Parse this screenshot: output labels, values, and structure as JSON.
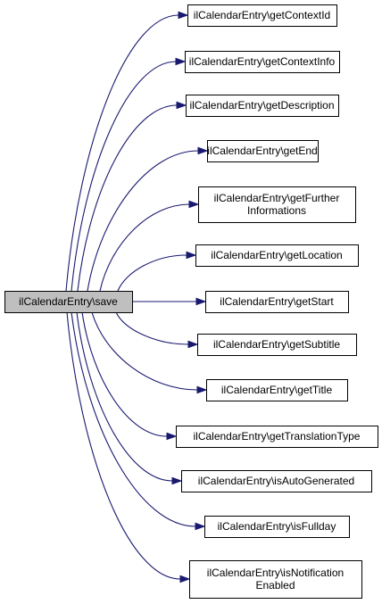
{
  "diagram": {
    "colors": {
      "edge": "#191970",
      "source_fill": "#bfbfbf",
      "node_fill": "#ffffff",
      "border": "#000000"
    },
    "source": {
      "lines": [
        "ilCalendarEntry\\save"
      ]
    },
    "targets": [
      {
        "lines": [
          "ilCalendarEntry\\getContextId"
        ]
      },
      {
        "lines": [
          "ilCalendarEntry\\getContextInfo"
        ]
      },
      {
        "lines": [
          "ilCalendarEntry\\getDescription"
        ]
      },
      {
        "lines": [
          "ilCalendarEntry\\getEnd"
        ]
      },
      {
        "lines": [
          "ilCalendarEntry\\getFurther",
          "Informations"
        ]
      },
      {
        "lines": [
          "ilCalendarEntry\\getLocation"
        ]
      },
      {
        "lines": [
          "ilCalendarEntry\\getStart"
        ]
      },
      {
        "lines": [
          "ilCalendarEntry\\getSubtitle"
        ]
      },
      {
        "lines": [
          "ilCalendarEntry\\getTitle"
        ]
      },
      {
        "lines": [
          "ilCalendarEntry\\getTranslationType"
        ]
      },
      {
        "lines": [
          "ilCalendarEntry\\isAutoGenerated"
        ]
      },
      {
        "lines": [
          "ilCalendarEntry\\isFullday"
        ]
      },
      {
        "lines": [
          "ilCalendarEntry\\isNotification",
          "Enabled"
        ]
      }
    ]
  }
}
